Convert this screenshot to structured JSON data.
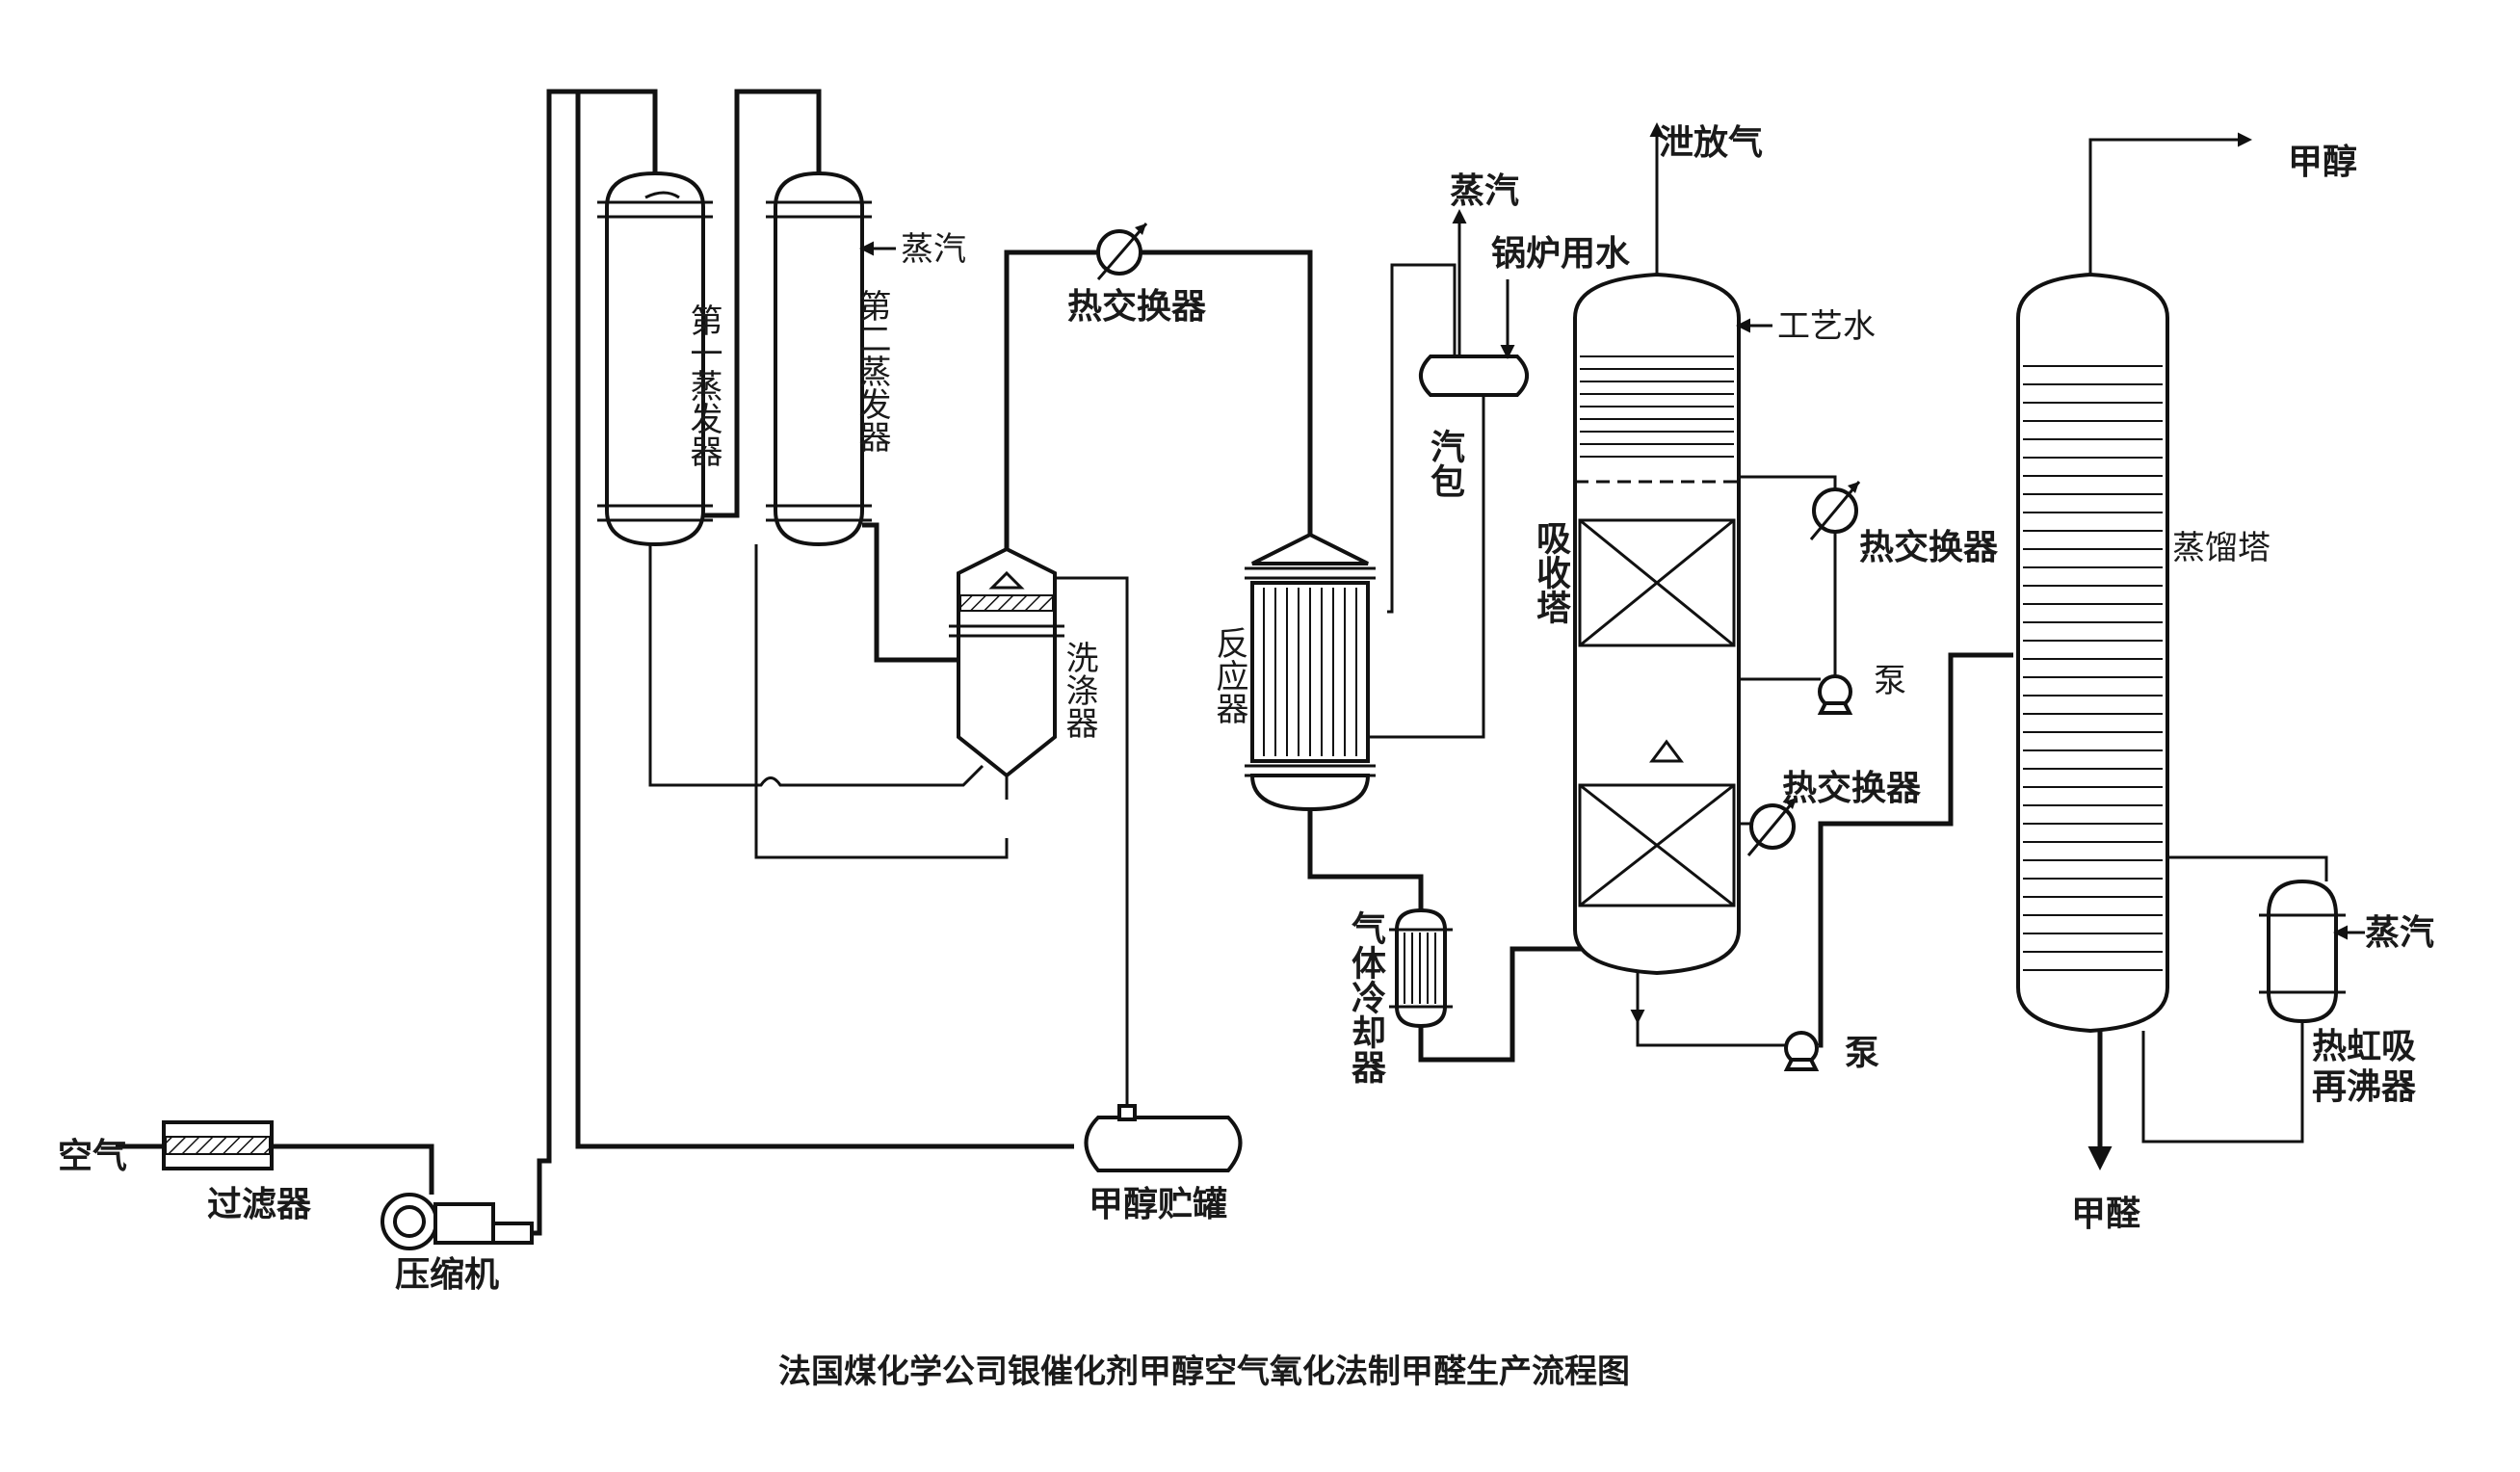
{
  "labels": {
    "air": "空气",
    "filter": "过滤器",
    "compressor": "压缩机",
    "evaporator1": "第一蒸发器",
    "evaporator2": "第二蒸发器",
    "steam_evap2": "蒸汽",
    "heat_exchanger_top": "热交换器",
    "scrubber": "洗涤器",
    "reactor": "反应器",
    "steam_drum_steam": "蒸汽",
    "boiler_water": "锅炉用水",
    "steam_drum": "汽包",
    "gas_cooler": "气体冷却器",
    "methanol_tank": "甲醇贮罐",
    "vent_gas": "泄放气",
    "process_water": "工艺水",
    "absorber": "吸收塔",
    "heat_exchanger_right": "热交换器",
    "pump_upper": "泵",
    "heat_exchanger_lower": "热交换器",
    "pump_lower": "泵",
    "methanol_out": "甲醇",
    "distillation": "蒸馏塔",
    "steam_reboiler": "蒸汽",
    "reboiler": "热虹吸再沸器",
    "formaldehyde": "甲醛"
  },
  "caption": "法国煤化学公司银催化剂甲醇空气氧化法制甲醛生产流程图",
  "colors": {
    "ink": "#111111",
    "paper": "#ffffff"
  }
}
